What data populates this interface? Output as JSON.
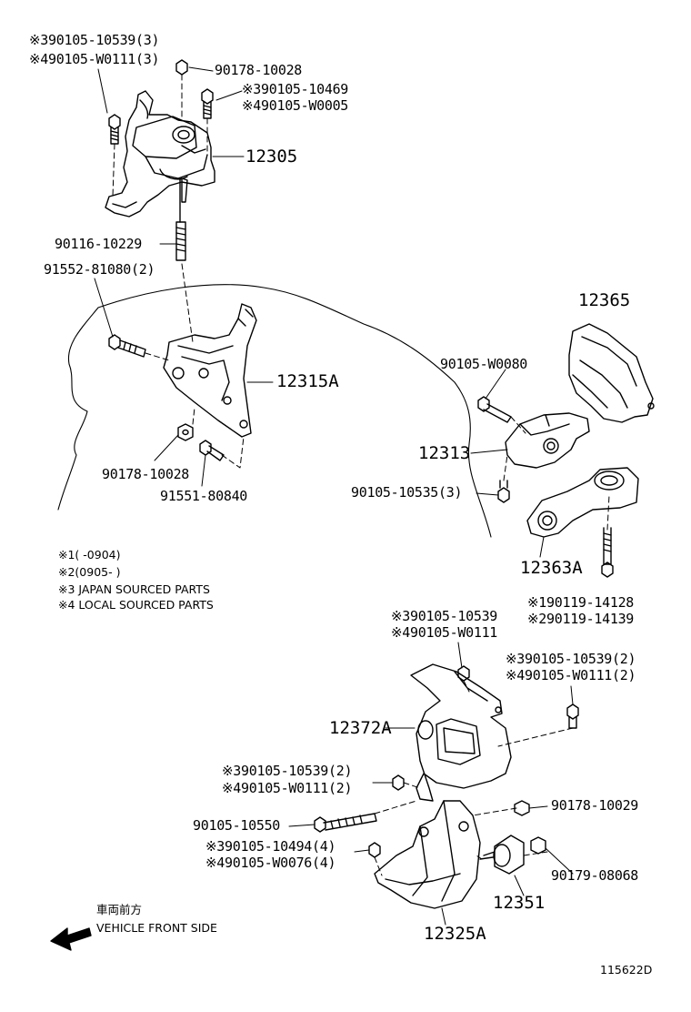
{
  "labels": {
    "a_3_pn": "※390105-10539(3)",
    "a_4_pn": "※490105-W0111(3)",
    "b_pn": "90178-10028",
    "c_3_pn": "※390105-10469",
    "c_4_pn": "※490105-W0005",
    "mount_12305": "12305",
    "stud_pn": "90116-10229",
    "bolt_91552": "91552-81080(2)",
    "bracket_12315a": "12315A",
    "nut_pn": "90178-10028",
    "bolt_91551": "91551-80840",
    "part_12365": "12365",
    "bolt_w0080": "90105-W0080",
    "part_12313": "12313",
    "bolt_10535": "90105-10535(3)",
    "part_12363a": "12363A",
    "bolt_1_pn": "※190119-14128",
    "bolt_2_pn": "※290119-14139",
    "d_3_pn": "※390105-10539",
    "d_4_pn": "※490105-W0111",
    "e_3_pn": "※390105-10539(2)",
    "e_4_pn": "※490105-W0111(2)",
    "part_12372a": "12372A",
    "f_3_pn": "※390105-10539(2)",
    "f_4_pn": "※490105-W0111(2)",
    "bolt_10550": "90105-10550",
    "nut_10029": "90178-10029",
    "g_3_pn": "※390105-10494(4)",
    "g_4_pn": "※490105-W0076(4)",
    "nut_08068": "90179-08068",
    "part_12351": "12351",
    "part_12325a": "12325A",
    "figure_id": "115622D"
  },
  "notes": {
    "n1": "※1(      -0904)",
    "n2": "※2(0905-       )",
    "n3": "※3 JAPAN SOURCED PARTS",
    "n4": "※4 LOCAL SOURCED PARTS"
  },
  "direction": {
    "jp": "車両前方",
    "en": "VEHICLE FRONT SIDE"
  }
}
